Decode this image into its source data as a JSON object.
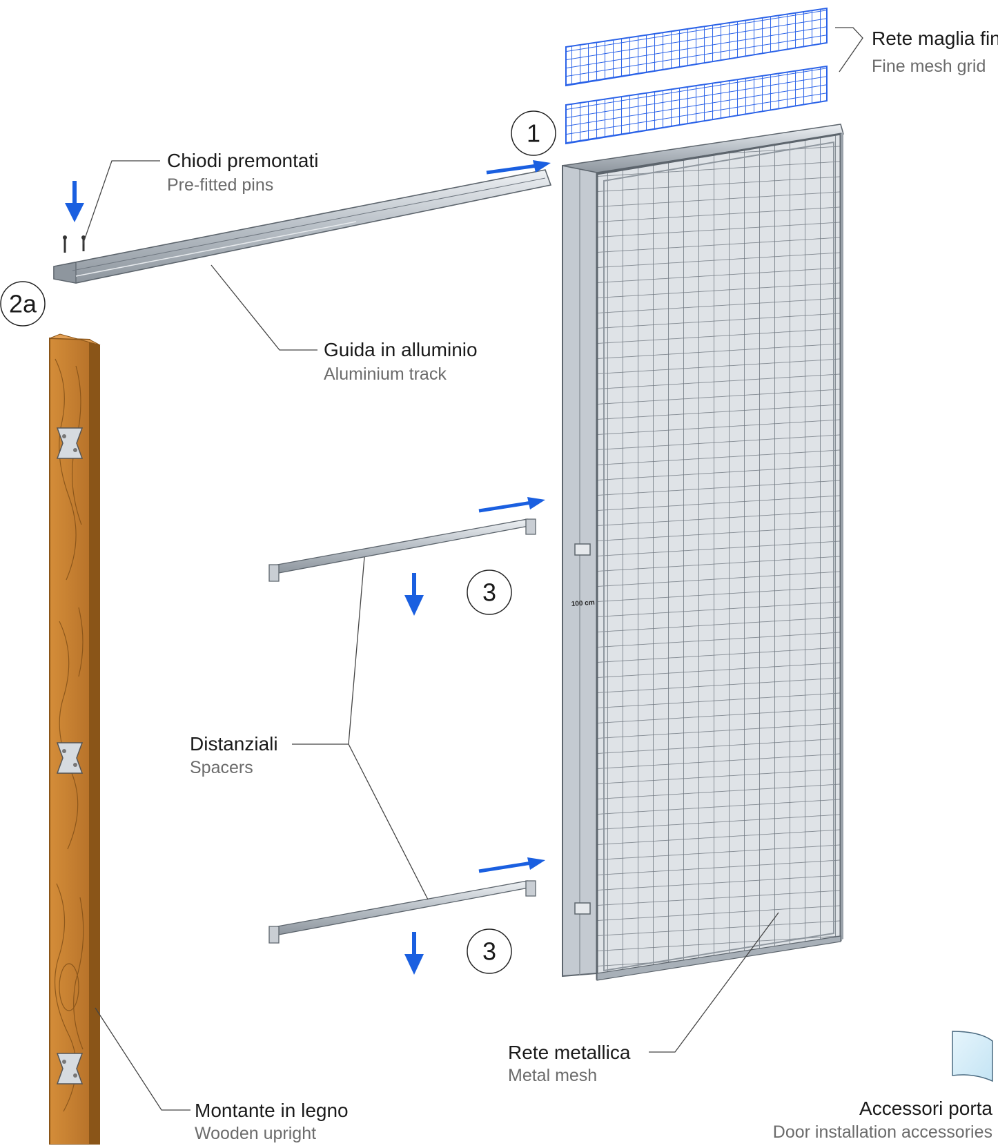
{
  "labels": {
    "fine_mesh": {
      "it": "Rete maglia fine",
      "en": "Fine mesh grid"
    },
    "pins": {
      "it": "Chiodi premontati",
      "en": "Pre-fitted pins"
    },
    "track": {
      "it": "Guida in alluminio",
      "en": "Aluminium track"
    },
    "spacers": {
      "it": "Distanziali",
      "en": "Spacers"
    },
    "metal_mesh": {
      "it": "Rete metallica",
      "en": "Metal mesh"
    },
    "upright": {
      "it": "Montante in legno",
      "en": "Wooden upright"
    },
    "accessories": {
      "it": "Accessori porta",
      "en": "Door installation accessories"
    }
  },
  "steps": [
    "1",
    "2a",
    "3",
    "3"
  ],
  "measure_mark": "100 cm",
  "colors": {
    "arrow": "#1a5fe0",
    "fine_mesh": "#2a62e8",
    "wood": "#c9812f",
    "wood_dark": "#8a5518",
    "metal": "#c9ced4",
    "metal_dark": "#7d858e",
    "bag": "#d4ecf8"
  }
}
